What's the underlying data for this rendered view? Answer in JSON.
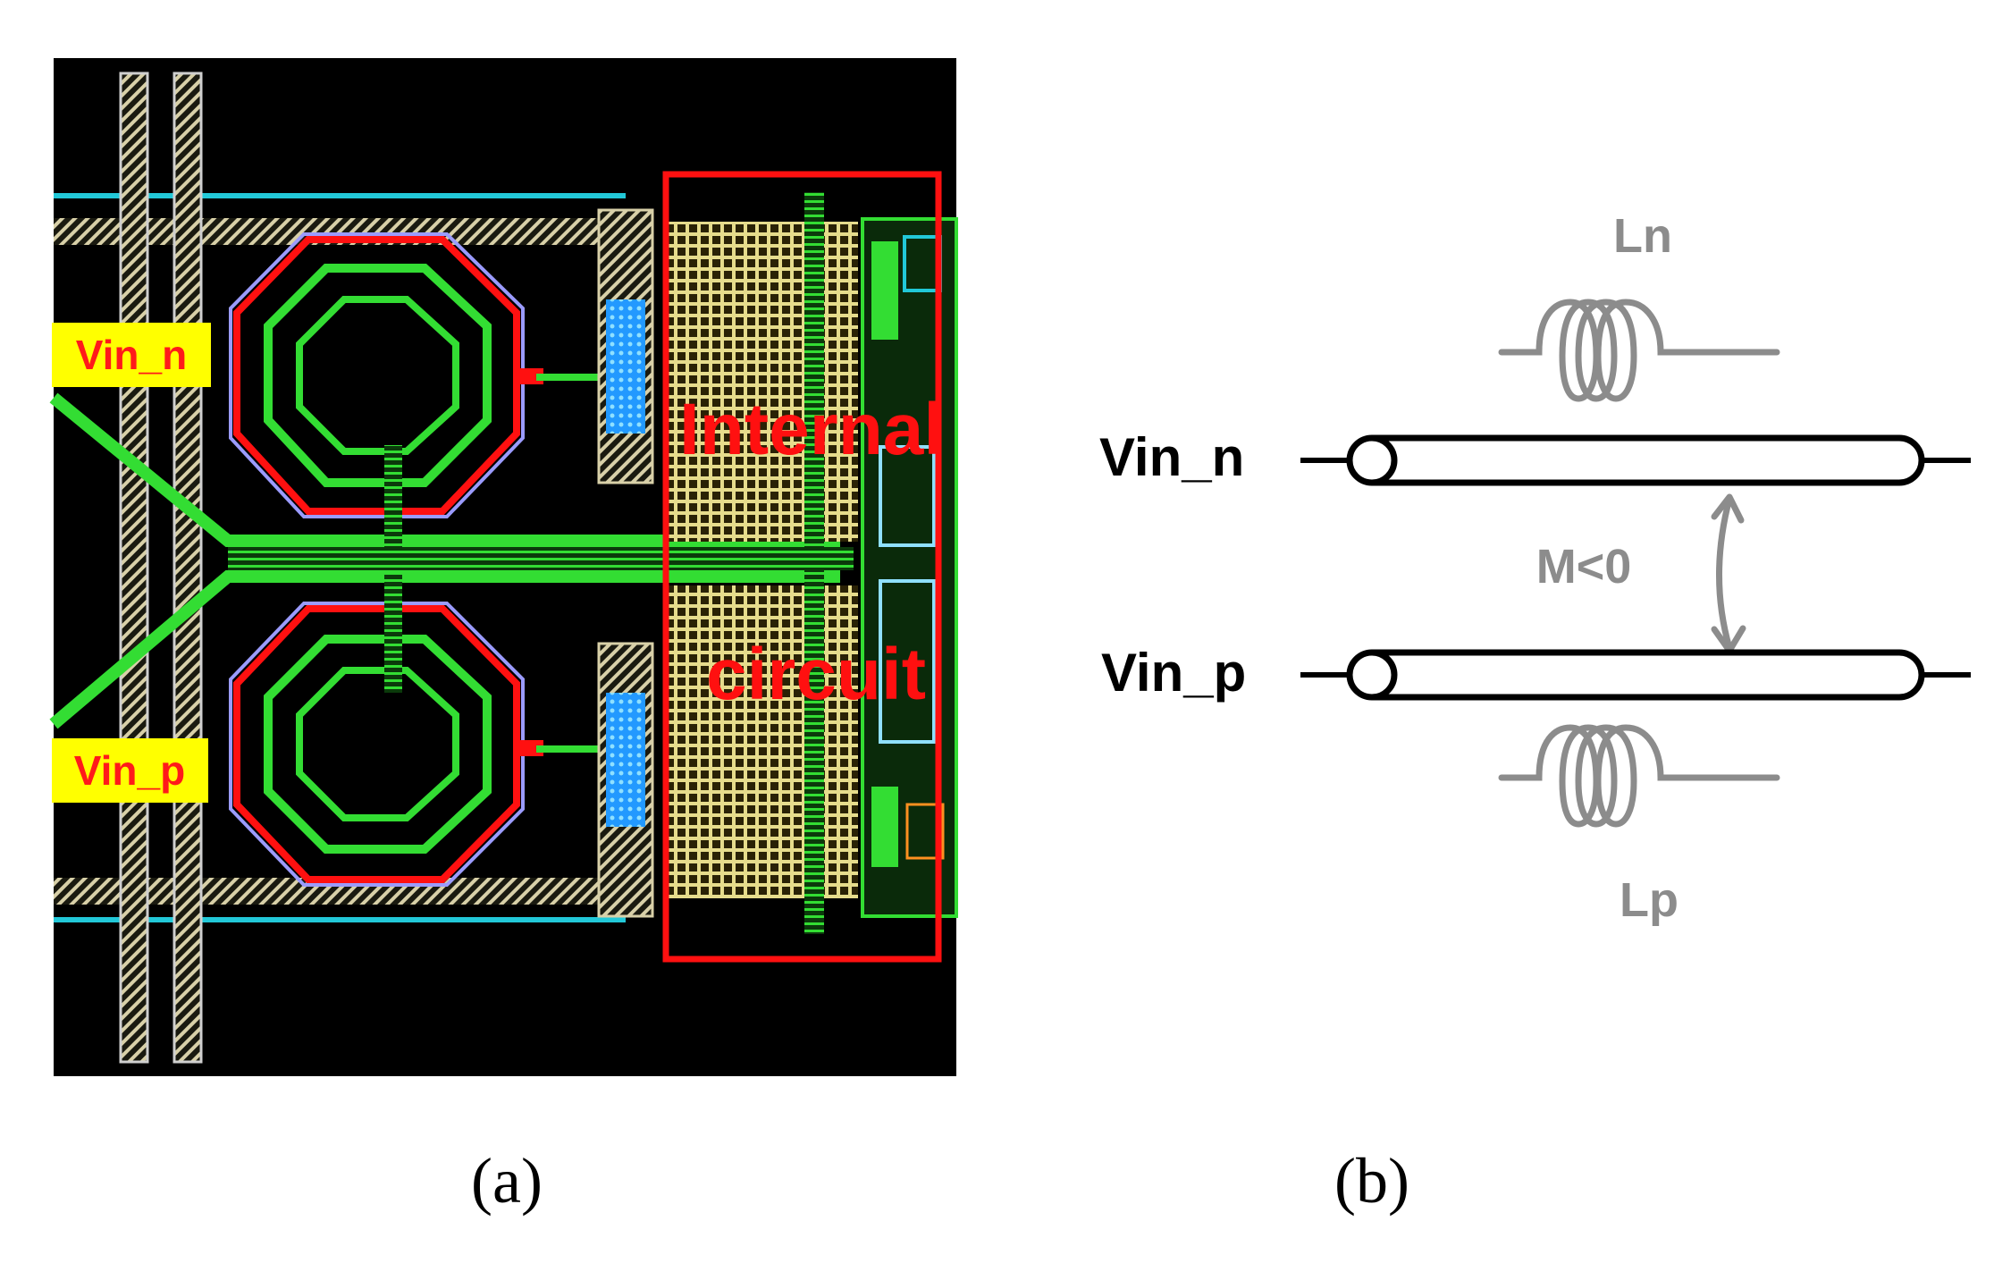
{
  "panel_a": {
    "pad_top_label": "Vin_n",
    "pad_bottom_label": "Vin_p",
    "block_label_line1": "Internal",
    "block_label_line2": "circuit",
    "caption": "(a)"
  },
  "panel_b": {
    "port_top_label": "Vin_n",
    "port_bottom_label": "Vin_p",
    "inductor_top_label": "Ln",
    "inductor_bottom_label": "Lp",
    "mutual_label": "M<0",
    "caption": "(b)"
  },
  "colors": {
    "layout_background": "#000000",
    "pad_fill": "#ffff00",
    "pad_text": "#ff1a1a",
    "highlight_red": "#ff1010",
    "metal_green": "#33dd33",
    "mesh_yellow": "#e6dc8c",
    "diagram_gray": "#8c8c8c"
  }
}
